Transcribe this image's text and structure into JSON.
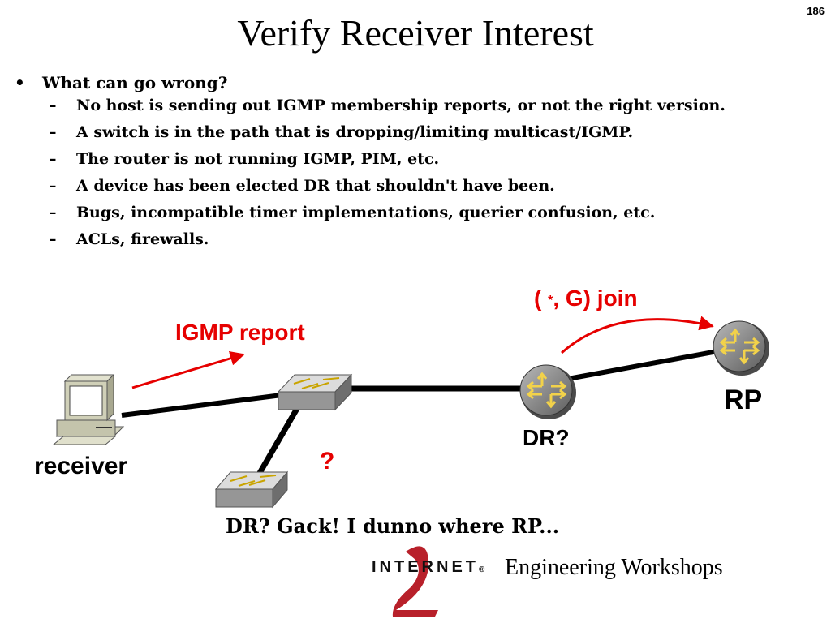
{
  "slide_number": "186",
  "title": "Verify Receiver Interest",
  "bullet": {
    "marker": "•",
    "text": "What can go wrong?",
    "sub_marker": "–",
    "subitems": [
      "No host is sending out IGMP membership reports, or not the right version.",
      "A switch is in the path that is dropping/limiting multicast/IGMP.",
      "The router is not running IGMP, PIM, etc.",
      "A device has been elected DR that shouldn't have been.",
      "Bugs, incompatible timer implementations, querier confusion, etc.",
      "ACLs, firewalls."
    ]
  },
  "diagram": {
    "join_label_open": "(",
    "join_label_star": "*",
    "join_label_rest": ", G) join",
    "igmp_report_label": "IGMP report",
    "rp_label": "RP",
    "dr_label": "DR?",
    "receiver_label": "receiver",
    "question_label": "?",
    "bottom_text": "DR?  Gack!  I dunno where RP...",
    "accent_color": "#e60000"
  },
  "footer": {
    "logo_text": "INTERNET",
    "logo_digit": "2",
    "logo_mark": "®",
    "engineering": "Engineering Workshops"
  }
}
